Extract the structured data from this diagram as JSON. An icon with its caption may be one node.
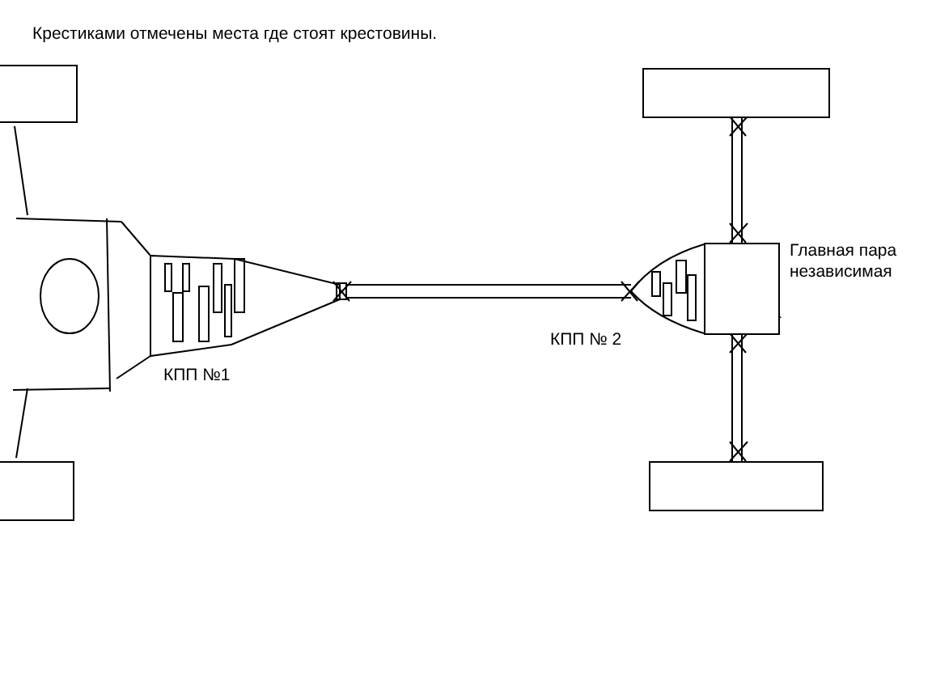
{
  "diagram": {
    "title": "Крестиками отмечены места где стоят крестовины.",
    "nodes": [
      {
        "text": [],
        "shape": "box"
      },
      {
        "text": [],
        "shape": "box"
      },
      {
        "text": [],
        "shape": "box"
      },
      {
        "text": [],
        "shape": "box"
      },
      {
        "text": [],
        "shape": "box",
        "beside": [
          "Главная пара независимая"
        ]
      }
    ],
    "edges": [
      {
        "from": 2,
        "to": 4,
        "arrow": "none"
      },
      {
        "from": 4,
        "to": 3,
        "arrow": "none"
      }
    ],
    "labels": [
      "КПП №1",
      "КПП № 2"
    ]
  }
}
